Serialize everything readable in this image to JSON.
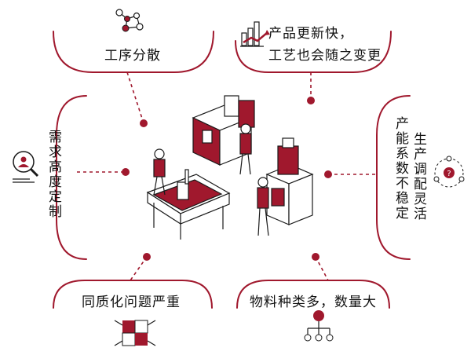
{
  "colors": {
    "accent": "#a0182d",
    "ink": "#1a1a1a"
  },
  "factors": {
    "top_left": {
      "label": "工序分散",
      "icon": "molecule-network-icon"
    },
    "top_right": {
      "line1": "产品更新快，",
      "line2": "工艺也会随之变更",
      "icon": "rising-bar-chart-icon"
    },
    "left": {
      "label": "需求高度定制",
      "icon": "magnifier-user-icon"
    },
    "right": {
      "col1": "生产调配灵活",
      "col2": "产能系数不稳定",
      "icon": "people-question-icon"
    },
    "bottom_left": {
      "label": "同质化问题严重",
      "icon": "puzzle-hands-icon"
    },
    "bottom_right": {
      "label": "物料种类多，数量大",
      "icon": "hierarchy-tree-icon"
    }
  }
}
